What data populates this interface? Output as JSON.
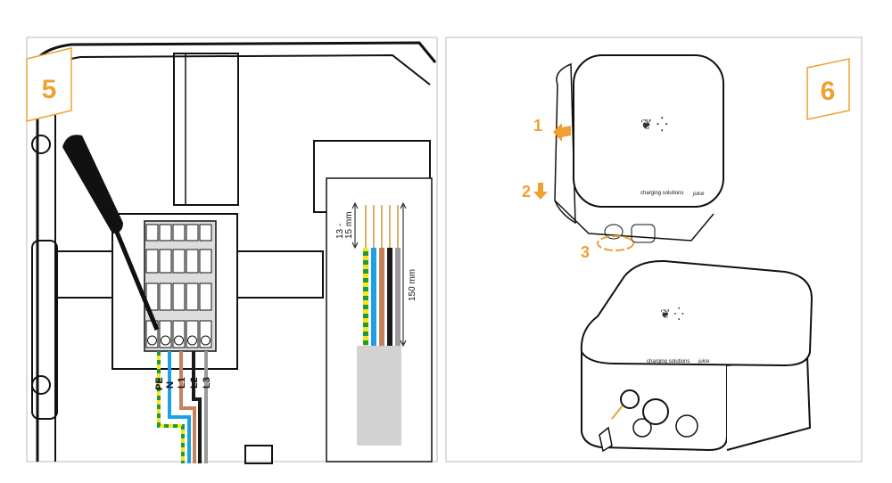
{
  "colors": {
    "accent": "#f0a030",
    "earth_green": "#1e9a3c",
    "earth_yellow": "#f5e61a",
    "neutral_blue": "#1ea0e6",
    "l1_brown": "#c8825a",
    "l2_black": "#1a1a1a",
    "l3_grey": "#9a9a9a",
    "sheath": "#d2d2d2",
    "copper": "#d9b36a"
  },
  "step5": {
    "number": "5",
    "terminals": [
      "PE",
      "N",
      "L1",
      "L2",
      "L3"
    ],
    "strip_length": [
      "13 -",
      "15 mm"
    ],
    "sheath_length": "150 mm"
  },
  "step6": {
    "number": "6",
    "arrows": [
      "1",
      "2",
      "3"
    ],
    "brand_text": "charging solutions",
    "brand_logo": "juice"
  }
}
